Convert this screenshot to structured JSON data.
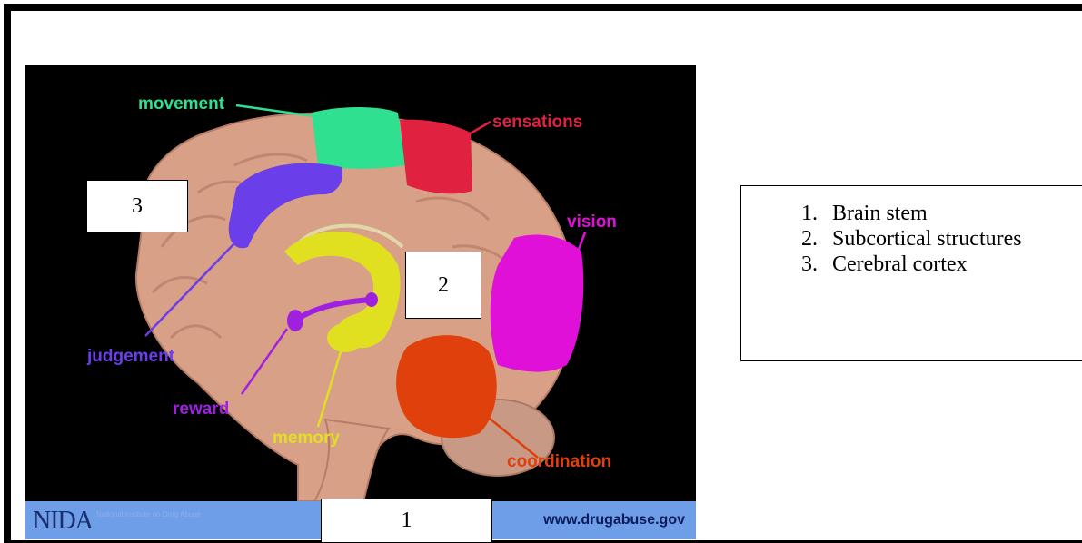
{
  "brain_labels": {
    "movement": "movement",
    "sensations": "sensations",
    "vision": "vision",
    "judgement": "judgement",
    "reward": "reward",
    "memory": "memory",
    "coordination": "coordination"
  },
  "footer": {
    "logo": "NIDA",
    "logo_sub": "National Institute on Drug Abuse",
    "url": "www.drugabuse.gov"
  },
  "number_boxes": {
    "box1": "1",
    "box2": "2",
    "box3": "3"
  },
  "legend": {
    "items": [
      {
        "num": "1.",
        "label": "Brain stem"
      },
      {
        "num": "2.",
        "label": "Subcortical structures"
      },
      {
        "num": "3.",
        "label": "Cerebral cortex"
      }
    ]
  },
  "colors": {
    "movement": "#2ee08f",
    "sensations": "#e0213f",
    "vision": "#e010d8",
    "judgement": "#6a3ee8",
    "reward": "#a020e0",
    "memory": "#e0e020",
    "coordination": "#e0400c",
    "brain": "#d9a088"
  }
}
